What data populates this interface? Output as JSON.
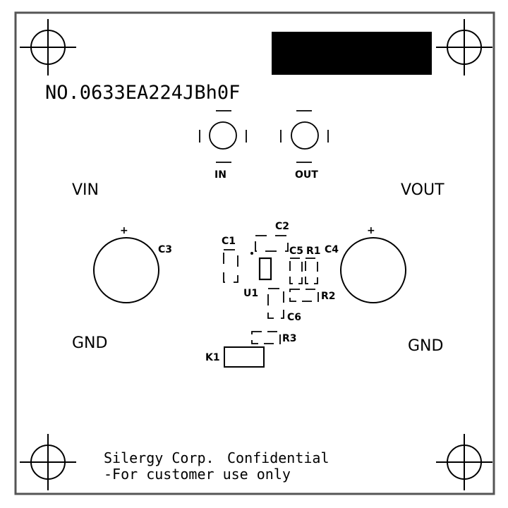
{
  "board": {
    "part_number": "NO.0633EA224JBh0F",
    "terminals": {
      "vin": "VIN",
      "vout": "VOUT",
      "gnd_left": "GND",
      "gnd_right": "GND"
    },
    "test_points": {
      "in": "IN",
      "out": "OUT"
    },
    "components": {
      "c1": "C1",
      "c2": "C2",
      "c3": "C3",
      "c4": "C4",
      "c5": "C5",
      "c6": "C6",
      "r1": "R1",
      "r2": "R2",
      "r3": "R3",
      "u1": "U1",
      "k1": "K1"
    },
    "polarity": {
      "c3_plus": "+",
      "c4_plus": "+"
    },
    "footer": {
      "company": "Silergy Corp.",
      "confidential": "Confidential",
      "notice": "-For customer use only"
    }
  }
}
